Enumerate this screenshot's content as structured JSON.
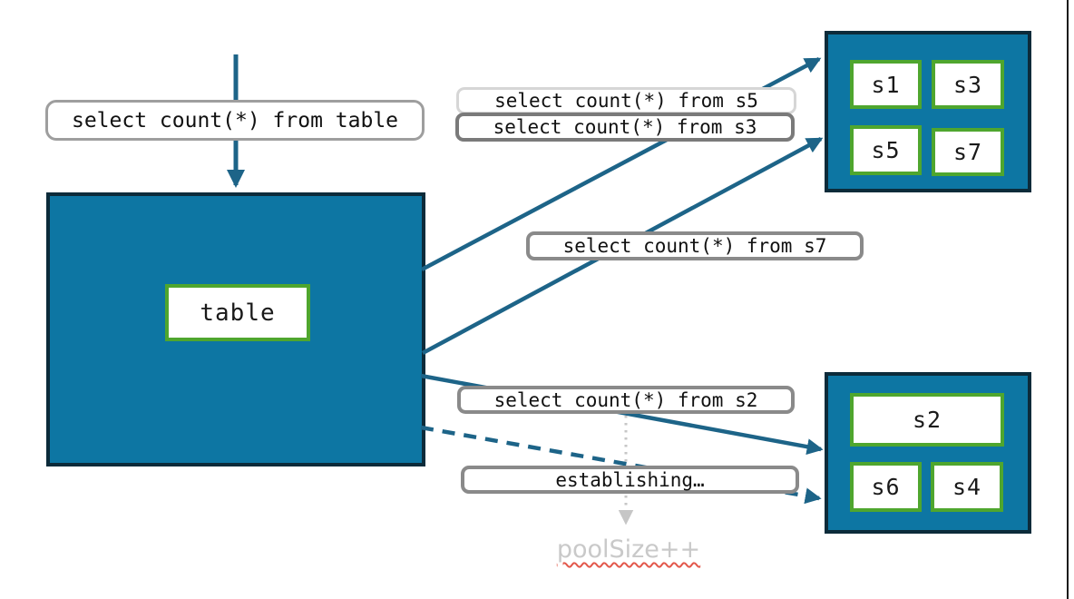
{
  "diagram": {
    "title_query": "select count(*) from table",
    "table_label": "table",
    "query_s5": "select count(*) from s5",
    "query_s3": "select count(*) from s3",
    "query_s7": "select count(*) from s7",
    "query_s2": "select count(*) from s2",
    "establishing_label": "establishing…",
    "pool_size_label": "poolSize++",
    "top_shard_group": [
      "s1",
      "s3",
      "s5",
      "s7"
    ],
    "bottom_shard_group": [
      "s2",
      "s6",
      "s4"
    ],
    "colors": {
      "shard_fill": "#0d76a3",
      "shard_border": "#0c2b3a",
      "inner_green_border": "#4fa62e",
      "arrow_teal": "#1d6488",
      "query_label_border": "#8a8a8a",
      "query_label_border_light": "#d6d6d6",
      "muted_text": "#c9c9c9",
      "dotted_arrow_gray": "#c6c6c6",
      "spellcheck_red": "#e3584b"
    }
  }
}
